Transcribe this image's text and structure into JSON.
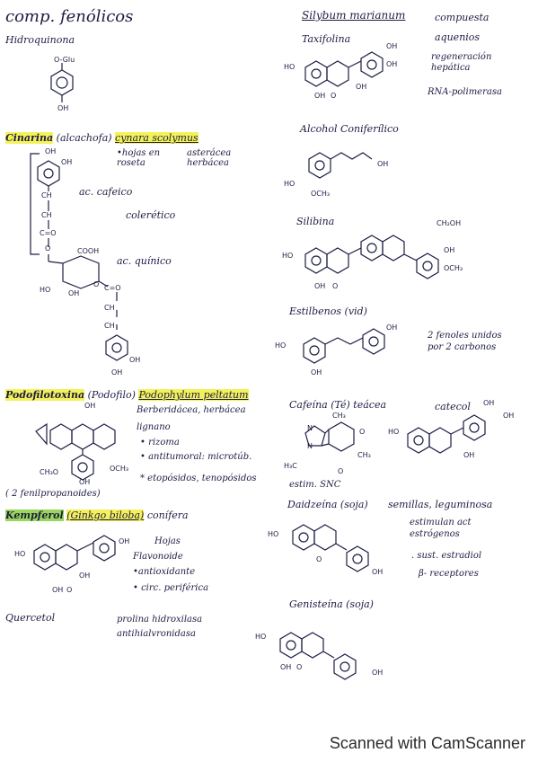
{
  "title": "comp. fenólicos",
  "left": {
    "hidroquinona": {
      "name": "Hidroquinona",
      "sub": "O-Glu",
      "oh": "OH"
    },
    "cinarina": {
      "name": "Cinarina",
      "common": "(alcachofa)",
      "species": "cynara scolymus",
      "note1": "•hojas en roseta",
      "note2": "asterácea herbácea",
      "acid1": "ac. cafeico",
      "use": "colerético",
      "acid2": "ac. quínico",
      "labels": {
        "oh1": "OH",
        "oh2": "OH",
        "ch1": "CH",
        "ch2": "CH",
        "co": "C=O",
        "o": "O",
        "cooh": "COOH",
        "ho": "HO",
        "oh3": "OH",
        "o2": "O",
        "co2": "C=O",
        "ch3": "CH",
        "ch4": "CH",
        "oh4": "OH",
        "oh5": "OH"
      }
    },
    "podofilotoxina": {
      "name": "Podofilotoxina",
      "common": "(Podofilo)",
      "species": "Podophylum peltatum",
      "family": "Berberidácea, herbácea",
      "type": "lignano",
      "items": [
        "• rizoma",
        "• antitumoral: microtúb.",
        "* etopósidos, tenopósidos"
      ],
      "bottom": "( 2 fenilpropanoides)",
      "labels": {
        "oh": "OH",
        "ch3o": "CH₃O",
        "och3": "OCH₃",
        "oh2": "OH"
      }
    },
    "kempferol": {
      "name": "Kempferol",
      "species": "(Ginkgo biloba)",
      "type": "conífera",
      "hojas": "Hojas",
      "items": [
        "Flavonoide",
        "•antioxidante",
        "• circ. periférica"
      ],
      "labels": {
        "ho": "HO",
        "oh": "OH",
        "oh2": "OH",
        "oh3": "OH",
        "o": "O"
      }
    },
    "quercetol": {
      "name": "Quercetol",
      "uses": [
        "prolina hidroxilasa",
        "antihialvronidasa"
      ]
    }
  },
  "right": {
    "silybum": {
      "species": "Silybum marianum",
      "family": "compuesta",
      "fruit": "aquenios",
      "uses": [
        "regeneración hepática",
        "RNA-polimerasa"
      ]
    },
    "taxifolina": {
      "name": "Taxifolina",
      "labels": {
        "oh1": "OH",
        "oh2": "OH",
        "ho": "HO",
        "oh3": "OH",
        "o": "O",
        "oh4": "OH"
      }
    },
    "coniferilico": {
      "name": "Alcohol Coniferílico",
      "labels": {
        "oh": "OH",
        "ho": "HO",
        "och3": "OCH₃"
      }
    },
    "silibina": {
      "name": "Silibina",
      "labels": {
        "ch2oh": "CH₂OH",
        "ho": "HO",
        "oh": "OH",
        "o": "O",
        "oh2": "OH",
        "och3": "OCH₃"
      }
    },
    "estilbenos": {
      "name": "Estilbenos (vid)",
      "note": "2 fenoles unidos por 2 carbonos",
      "labels": {
        "oh": "OH",
        "ho": "HO",
        "oh2": "OH"
      }
    },
    "cafeina": {
      "name": "Cafeína (Té)",
      "family": "teácea",
      "catecol": "catecol",
      "estim": "estim. SNC",
      "labels": {
        "ch3": "CH₃",
        "n1": "N",
        "n2": "N",
        "ch3b": "CH₃",
        "h3c": "H₃C",
        "o": "O",
        "o2": "O",
        "oh": "OH",
        "oh2": "OH",
        "ho": "HO",
        "oh3": "OH"
      }
    },
    "daidzeina": {
      "name": "Daidzeína (soja)",
      "note": "semillas, leguminosa",
      "items": [
        "estimulan act estrógenos",
        ". sust. estradiol",
        "β- receptores"
      ],
      "labels": {
        "ho": "HO",
        "o": "O",
        "oh": "OH"
      }
    },
    "genisteina": {
      "name": "Genisteína (soja)",
      "labels": {
        "ho": "HO",
        "oh": "OH",
        "o": "O",
        "oh2": "OH"
      }
    }
  },
  "footer": "Scanned with CamScanner"
}
